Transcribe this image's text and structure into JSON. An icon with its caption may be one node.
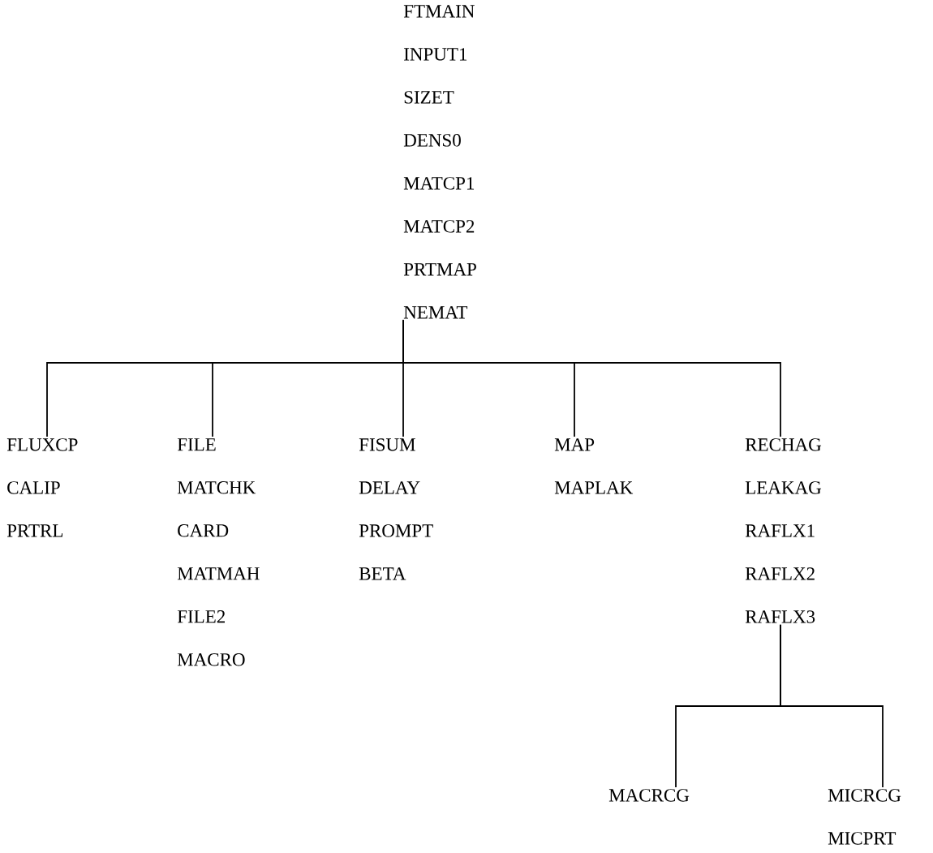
{
  "diagram": {
    "nodes": [
      {
        "text": [
          "FTMAIN",
          "INPUT1",
          "SIZET",
          "DENS0",
          "MATCP1",
          "MATCP2",
          "PRTMAP",
          "NEMAT"
        ]
      },
      {
        "text": [
          "FLUXCP",
          "CALIP",
          "PRTRL"
        ]
      },
      {
        "text": [
          "FILE",
          "MATCHK",
          "CARD",
          "MATMAH",
          "FILE2",
          "MACRO"
        ]
      },
      {
        "text": [
          "FISUM",
          "DELAY",
          "PROMPT",
          "BETA"
        ]
      },
      {
        "text": [
          "MAP",
          "MAPLAK"
        ]
      },
      {
        "text": [
          "RECHAG",
          "LEAKAG",
          "RAFLX1",
          "RAFLX2",
          "RAFLX3"
        ]
      },
      {
        "text": [
          "MACRCG"
        ]
      },
      {
        "text": [
          "MICRCG",
          "MICPRT"
        ]
      }
    ],
    "edges": [
      {
        "from": 0,
        "to": 1,
        "arrow": "none"
      },
      {
        "from": 0,
        "to": 2,
        "arrow": "none"
      },
      {
        "from": 0,
        "to": 3,
        "arrow": "none"
      },
      {
        "from": 0,
        "to": 4,
        "arrow": "none"
      },
      {
        "from": 0,
        "to": 5,
        "arrow": "none"
      },
      {
        "from": 5,
        "to": 6,
        "arrow": "none"
      },
      {
        "from": 5,
        "to": 7,
        "arrow": "none"
      }
    ]
  }
}
